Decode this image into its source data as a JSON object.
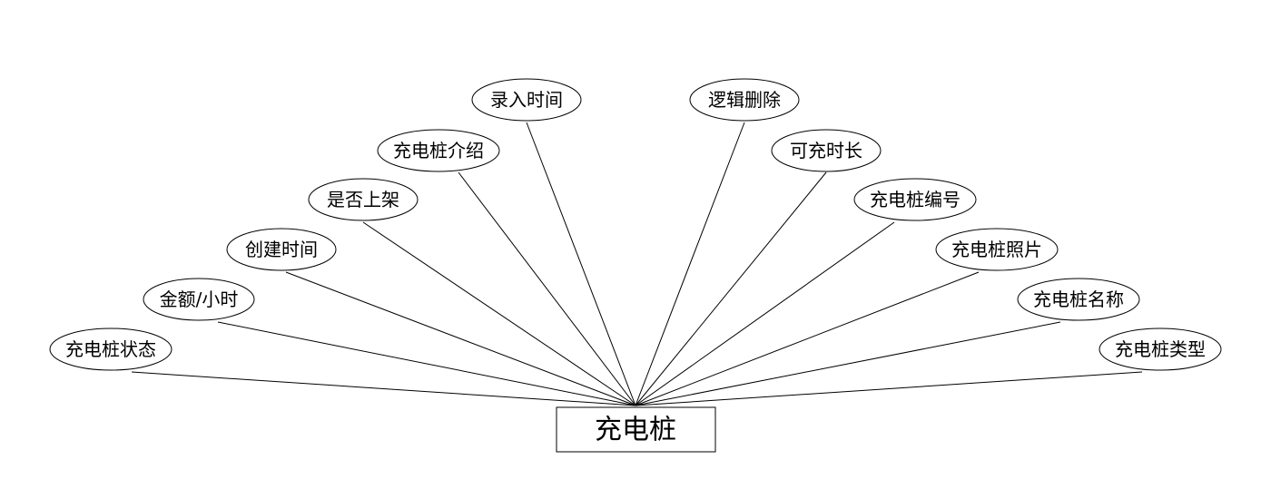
{
  "entity": {
    "label": "充电桩"
  },
  "attributes": [
    "充电桩状态",
    "金额/小时",
    "创建时间",
    "是否上架",
    "充电桩介绍",
    "录入时间",
    "逻辑删除",
    "可充时长",
    "充电桩编号",
    "充电桩照片",
    "充电桩名称",
    "充电桩类型"
  ]
}
